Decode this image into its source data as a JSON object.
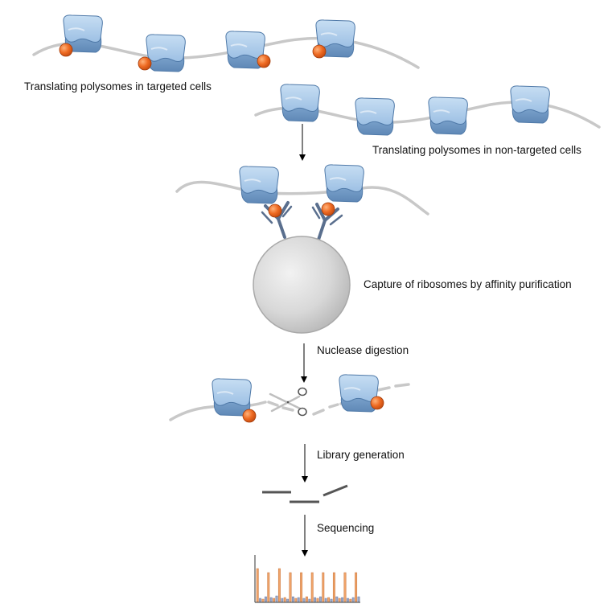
{
  "labels": {
    "targeted": "Translating polysomes in targeted cells",
    "non_targeted": "Translating polysomes in non-targeted cells",
    "capture": "Capture of ribosomes by affinity purification",
    "nuclease": "Nuclease digestion",
    "library": "Library generation",
    "sequencing": "Sequencing"
  },
  "colors": {
    "ribosome_small": "#a9cbea",
    "ribosome_large": "#6f98c4",
    "ribosome_outline": "#4f79a8",
    "tag": "#e8621c",
    "mrna": "#c8c8c8",
    "bead": "#d6d6d6",
    "antibody": "#5a6f8e",
    "fragment": "#555555",
    "bar_orange": "#f0a46a",
    "bar_blue": "#9aa8c8"
  },
  "icons": [
    "ribosome-icon",
    "affinity-tag-icon",
    "antibody-icon",
    "bead-icon",
    "scissors-icon",
    "arrow-down-icon"
  ]
}
